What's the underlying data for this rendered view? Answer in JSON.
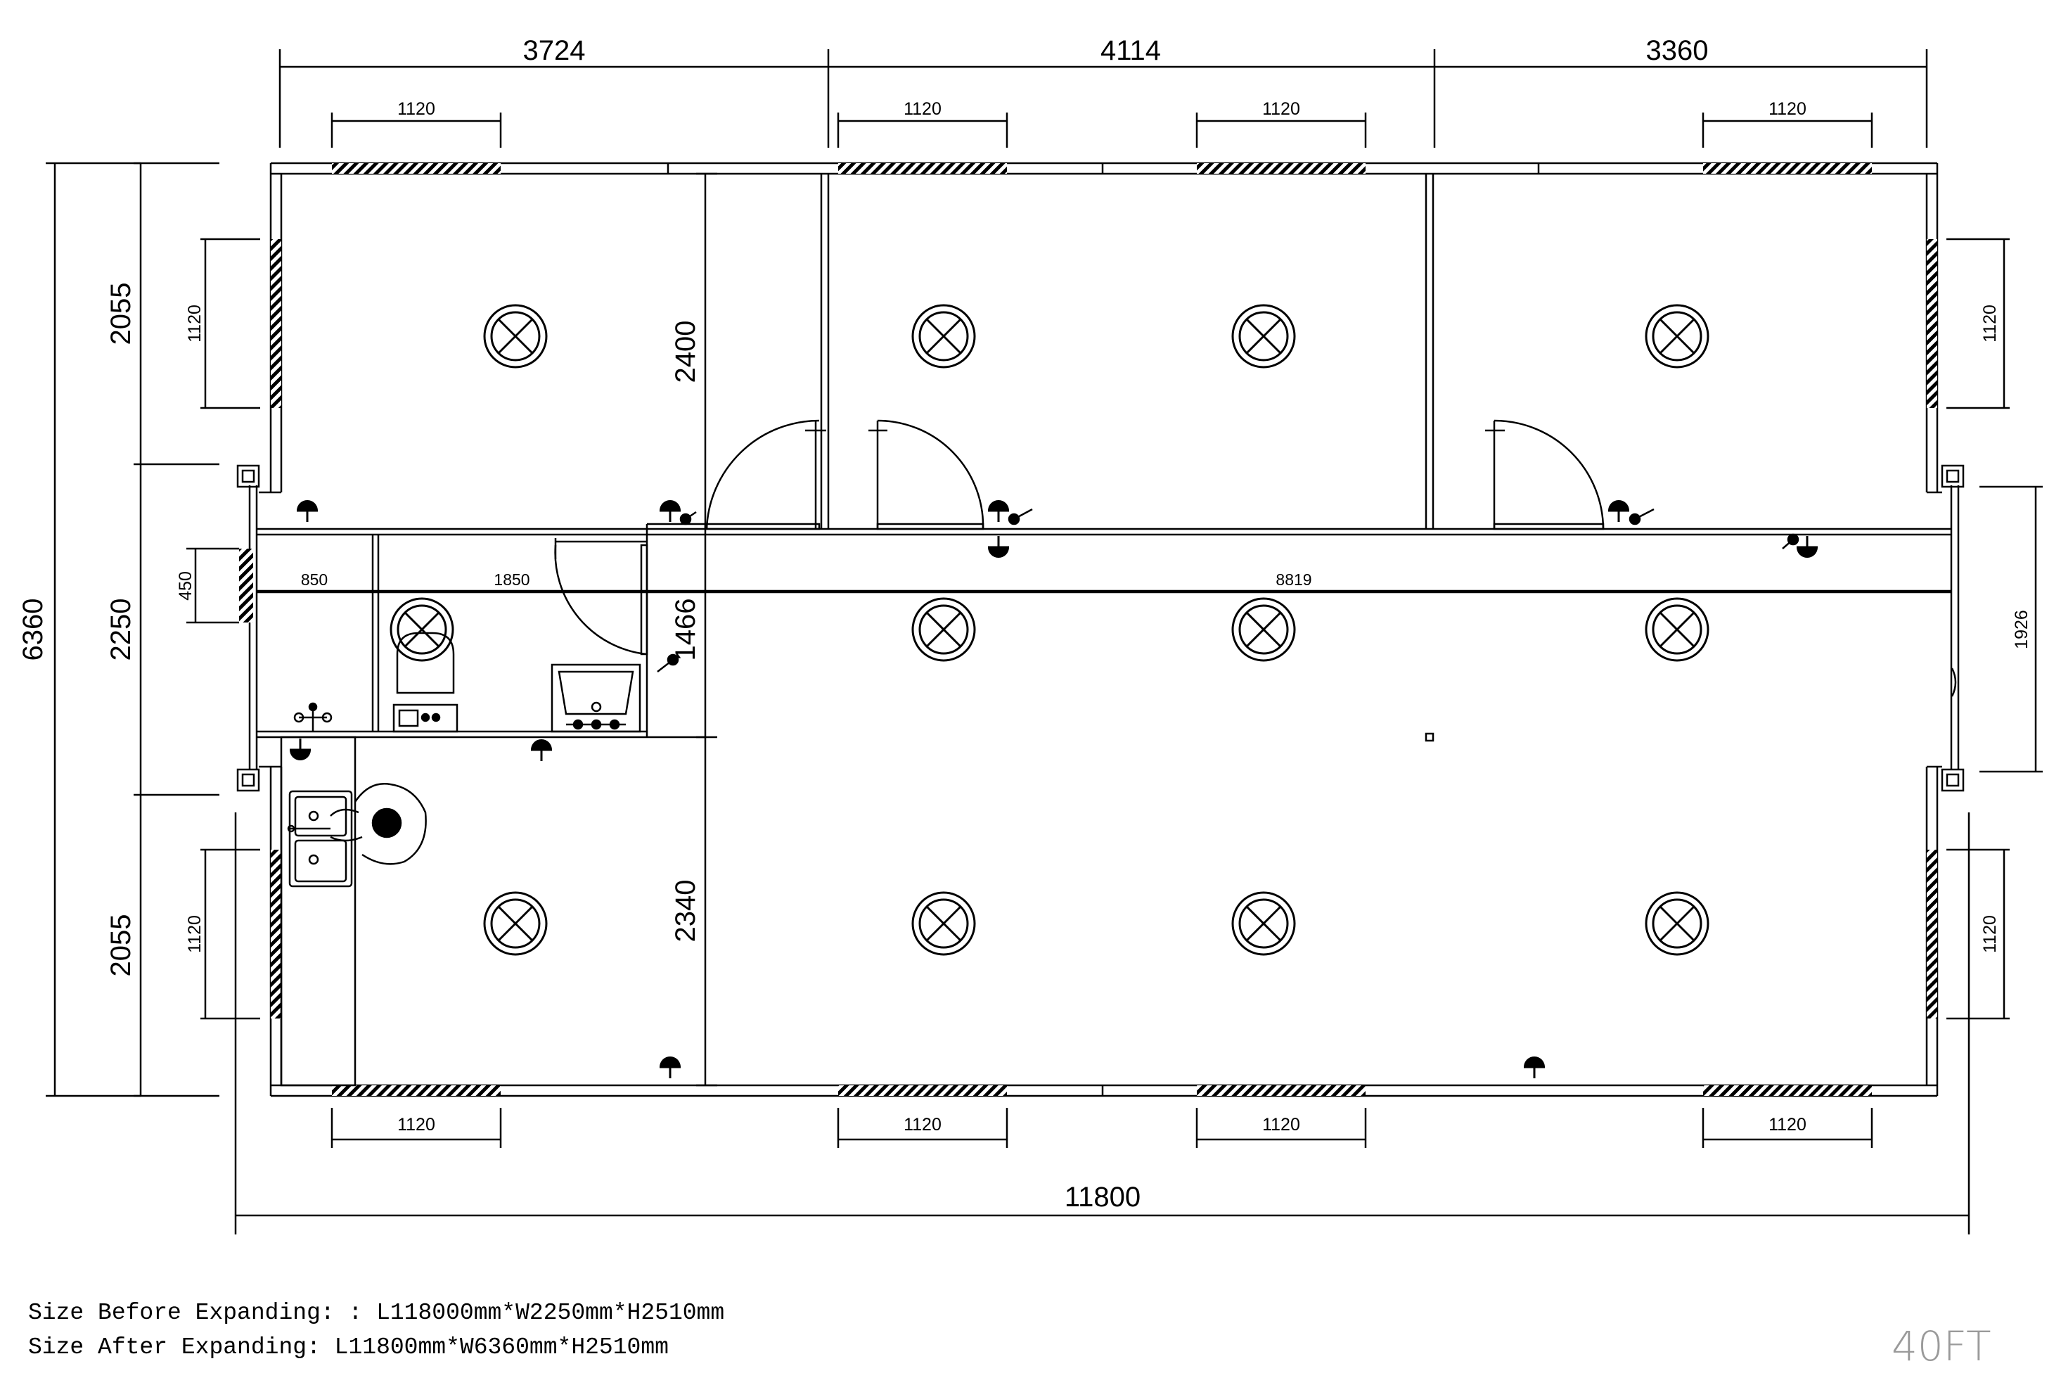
{
  "dimensions": {
    "top_segments": [
      "3724",
      "4114",
      "3360"
    ],
    "window_width": "1120",
    "left_total": "6360",
    "left_segments": [
      "2055",
      "2250",
      "2055"
    ],
    "door_opening": "450",
    "right_opening": "1926",
    "partition_upper": "2400",
    "partition_lower": "2340",
    "corridor_depth": "1466",
    "corridor_widths": [
      "850",
      "1850",
      "8819"
    ],
    "bottom_total": "11800"
  },
  "notes": {
    "before": "Size Before Expanding: : L118000mm*W2250mm*H2510mm",
    "after": "Size After Expanding: L11800mm*W6360mm*H2510mm"
  },
  "model_label": "40FT"
}
